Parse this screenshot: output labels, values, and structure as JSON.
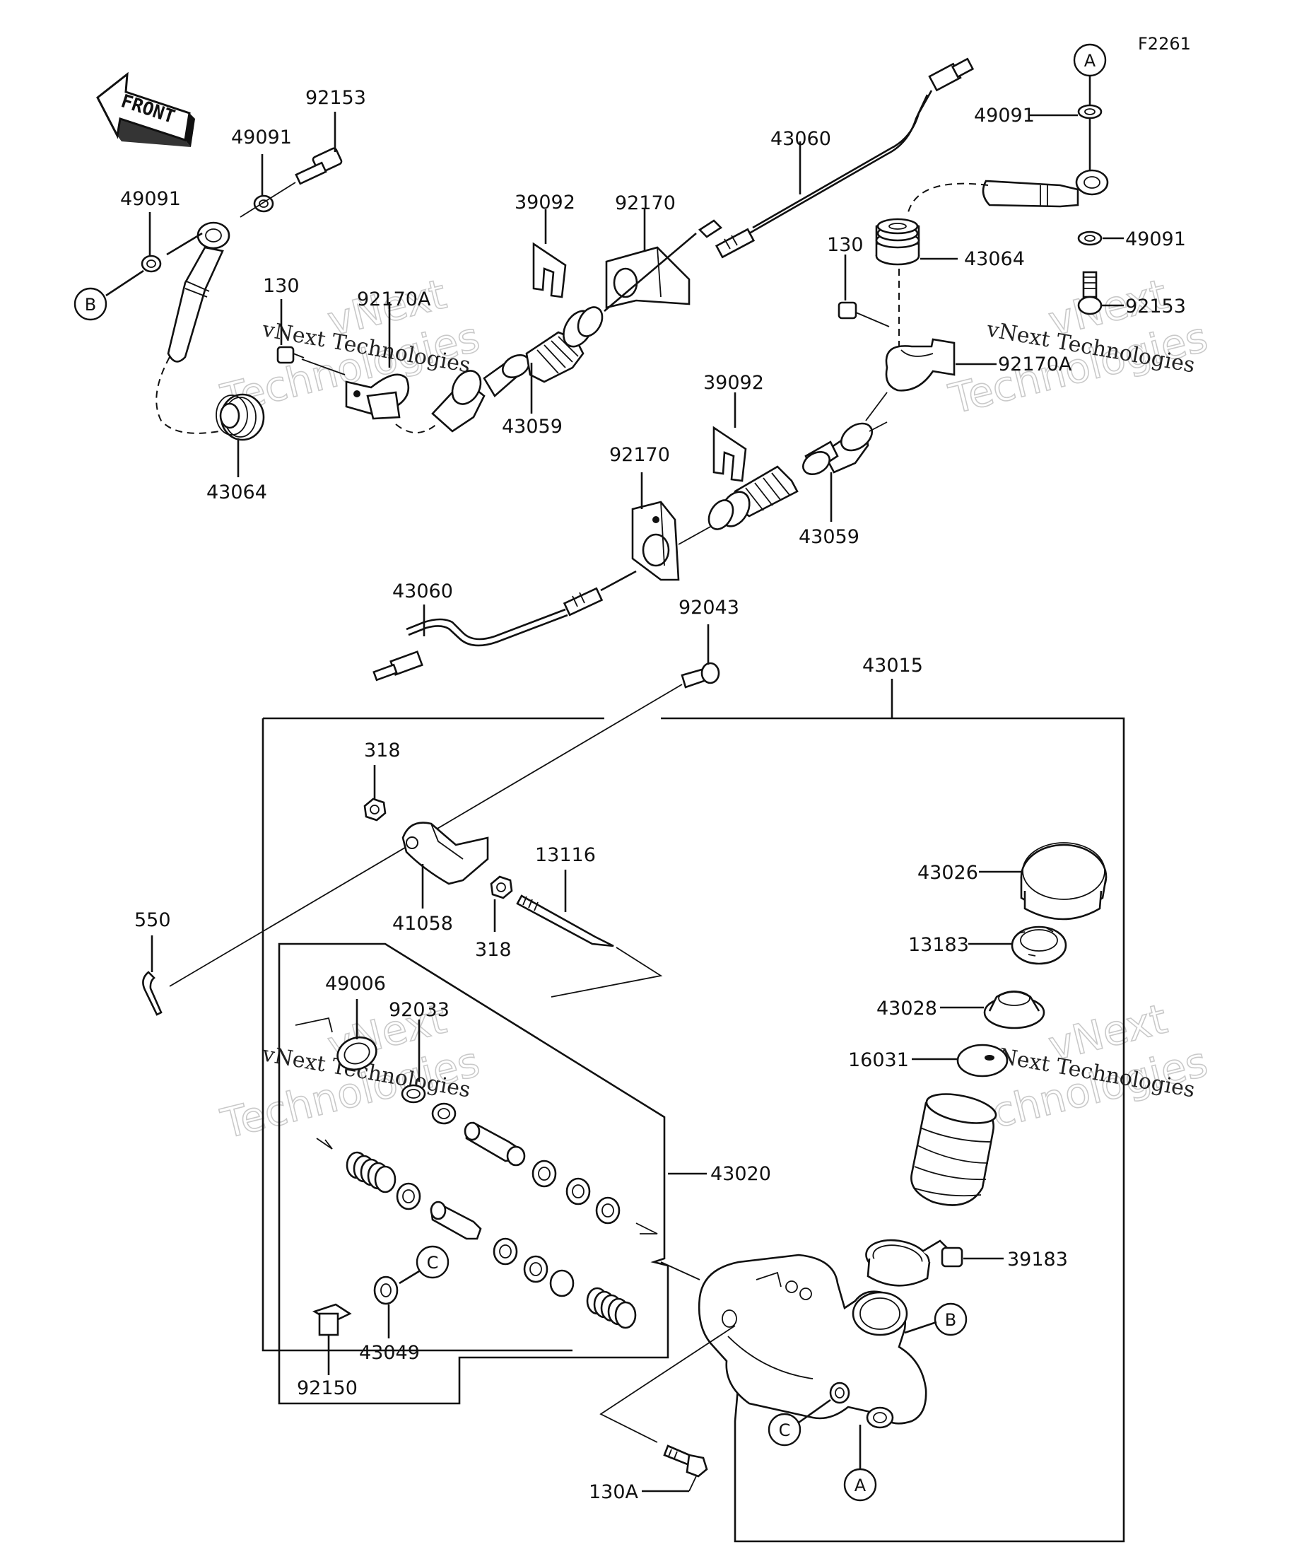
{
  "figure_code": "F2261",
  "front_arrow_label": "FRONT",
  "watermark": {
    "line1": "vNext",
    "line2": "Technologies",
    "small": "vNext Technologies"
  },
  "labels": {
    "p92153_l": "92153",
    "p49091_l1": "49091",
    "p49091_l2": "49091",
    "p130_l": "130",
    "p92170A_l": "92170A",
    "p43064_l": "43064",
    "p39092_t": "39092",
    "p92170_t": "92170",
    "p43060_t": "43060",
    "p43059_t": "43059",
    "p130_r": "130",
    "p43064_r": "43064",
    "p49091_r1": "49091",
    "p49091_r2": "49091",
    "p92153_r": "92153",
    "p92170A_r": "92170A",
    "p39092_m": "39092",
    "p92170_m": "92170",
    "p43059_m": "43059",
    "p43060_b": "43060",
    "p92043": "92043",
    "p43015": "43015",
    "p318_a": "318",
    "p41058": "41058",
    "p318_b": "318",
    "p13116": "13116",
    "p550": "550",
    "p49006": "49006",
    "p92033": "92033",
    "p43020": "43020",
    "p43049": "43049",
    "p92150": "92150",
    "p43026": "43026",
    "p13183": "13183",
    "p43028": "43028",
    "p16031": "16031",
    "p39183": "39183",
    "p130A": "130A"
  },
  "callouts": {
    "a_top": "A",
    "b_left": "B",
    "b_right": "B",
    "c_left": "C",
    "c_right": "C",
    "a_bottom": "A"
  }
}
